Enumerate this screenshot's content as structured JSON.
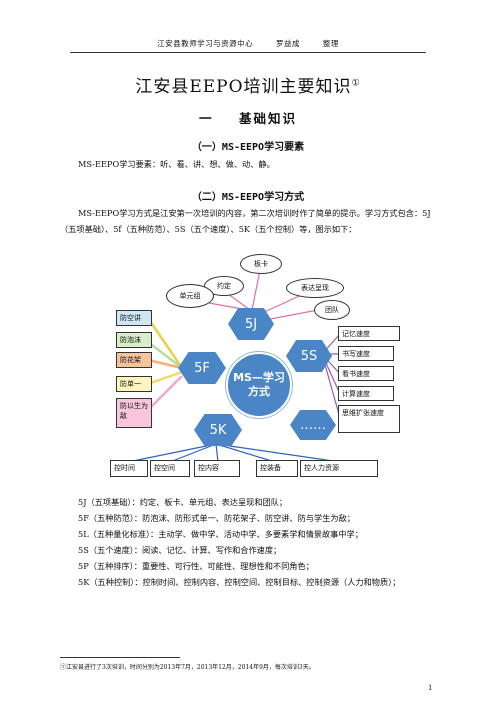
{
  "header": {
    "left": "江安县教师学习与资源中心",
    "name": "罗益成",
    "role": "整理"
  },
  "title": "江安县EEPO培训主要知识",
  "title_sup": "①",
  "section1": {
    "num": "一",
    "label": "基础知识"
  },
  "sub1": "（一）MS-EEPO学习要素",
  "p1": "MS-EEPO学习要素：听、看、讲、想、做、动、静。",
  "sub2": "（二）MS-EEPO学习方式",
  "p2": "MS-EEPO学习方式是江安第一次培训的内容，第二次培训时作了简单的提示。学习方式包含：5J（五项基础）、5f（五种防范）、5S（五个速度）、5K（五个控制）等，图示如下：",
  "diagram": {
    "center": "MS—学习方式",
    "hex_5j": "5J",
    "hex_5s": "5S",
    "hex_5f": "5F",
    "hex_5k": "5K",
    "hex_more": "……",
    "j_items": [
      "板卡",
      "约定",
      "表达呈现",
      "单元组",
      "团队"
    ],
    "s_items": [
      "记忆速度",
      "书写速度",
      "看书速度",
      "计算速度",
      "思维扩张速度"
    ],
    "f_items": [
      "防空讲",
      "防泡沫",
      "防花架",
      "防单一",
      "防以生为敌"
    ],
    "k_items": [
      "控时间",
      "控空间",
      "控内容",
      "控装备",
      "控人力资源"
    ]
  },
  "colors": {
    "hex": "#4a86c5",
    "f1": "#cfe7f4",
    "f2": "#d6efc9",
    "f3": "#f6c49a",
    "f4": "#fff6bf",
    "f5": "#f8c6dc",
    "line_j": "#e06fae",
    "line_s": "#9b59b6",
    "line_f_top": "#e7d24a",
    "line_f_bot": "#f3a8c8",
    "line_k": "#2f60c8"
  },
  "lines": [
    "5J（五项基础）：约定、板卡、单元组、表达呈现和团队；",
    "5F（五种防范）：防泡沫、防形式单一、防花架子、防空讲、防与学生为敌；",
    "5L（五种量化标准）：主动学、做中学、活动中学、多要素学和情景故事中学；",
    "5S（五个速度）：阅读、记忆、计算、写作和合作速度；",
    "5P（五种排序）：重要性、可行性、可能性、理想性和不同角色；",
    "5K（五种控制）：控制时间、控制内容、控制空间、控制目标、控制资源（人力和物质）；"
  ],
  "footnote": "①江安县进行了3次培训，时间分别为2013年7月，2013年12月，2014年9月，每次培训3天。",
  "page": "1"
}
